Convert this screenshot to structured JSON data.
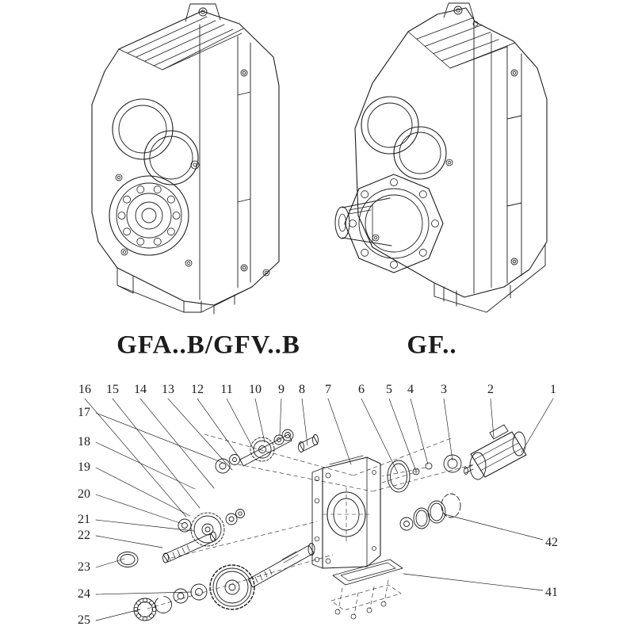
{
  "page": {
    "ink": "#1c1c1c",
    "background": "#ffffff"
  },
  "models": [
    {
      "label": "GFA..B/GFV..B"
    },
    {
      "label": "GF.."
    }
  ],
  "exploded": {
    "callouts_top": [
      "16",
      "15",
      "14",
      "13",
      "12",
      "11",
      "10",
      "9",
      "8",
      "7",
      "6",
      "5",
      "4",
      "3",
      "2",
      "1"
    ],
    "callouts_left": [
      "17",
      "18",
      "19",
      "20",
      "21",
      "22",
      "23",
      "24",
      "25"
    ],
    "callouts_right": [
      "42",
      "41"
    ]
  }
}
